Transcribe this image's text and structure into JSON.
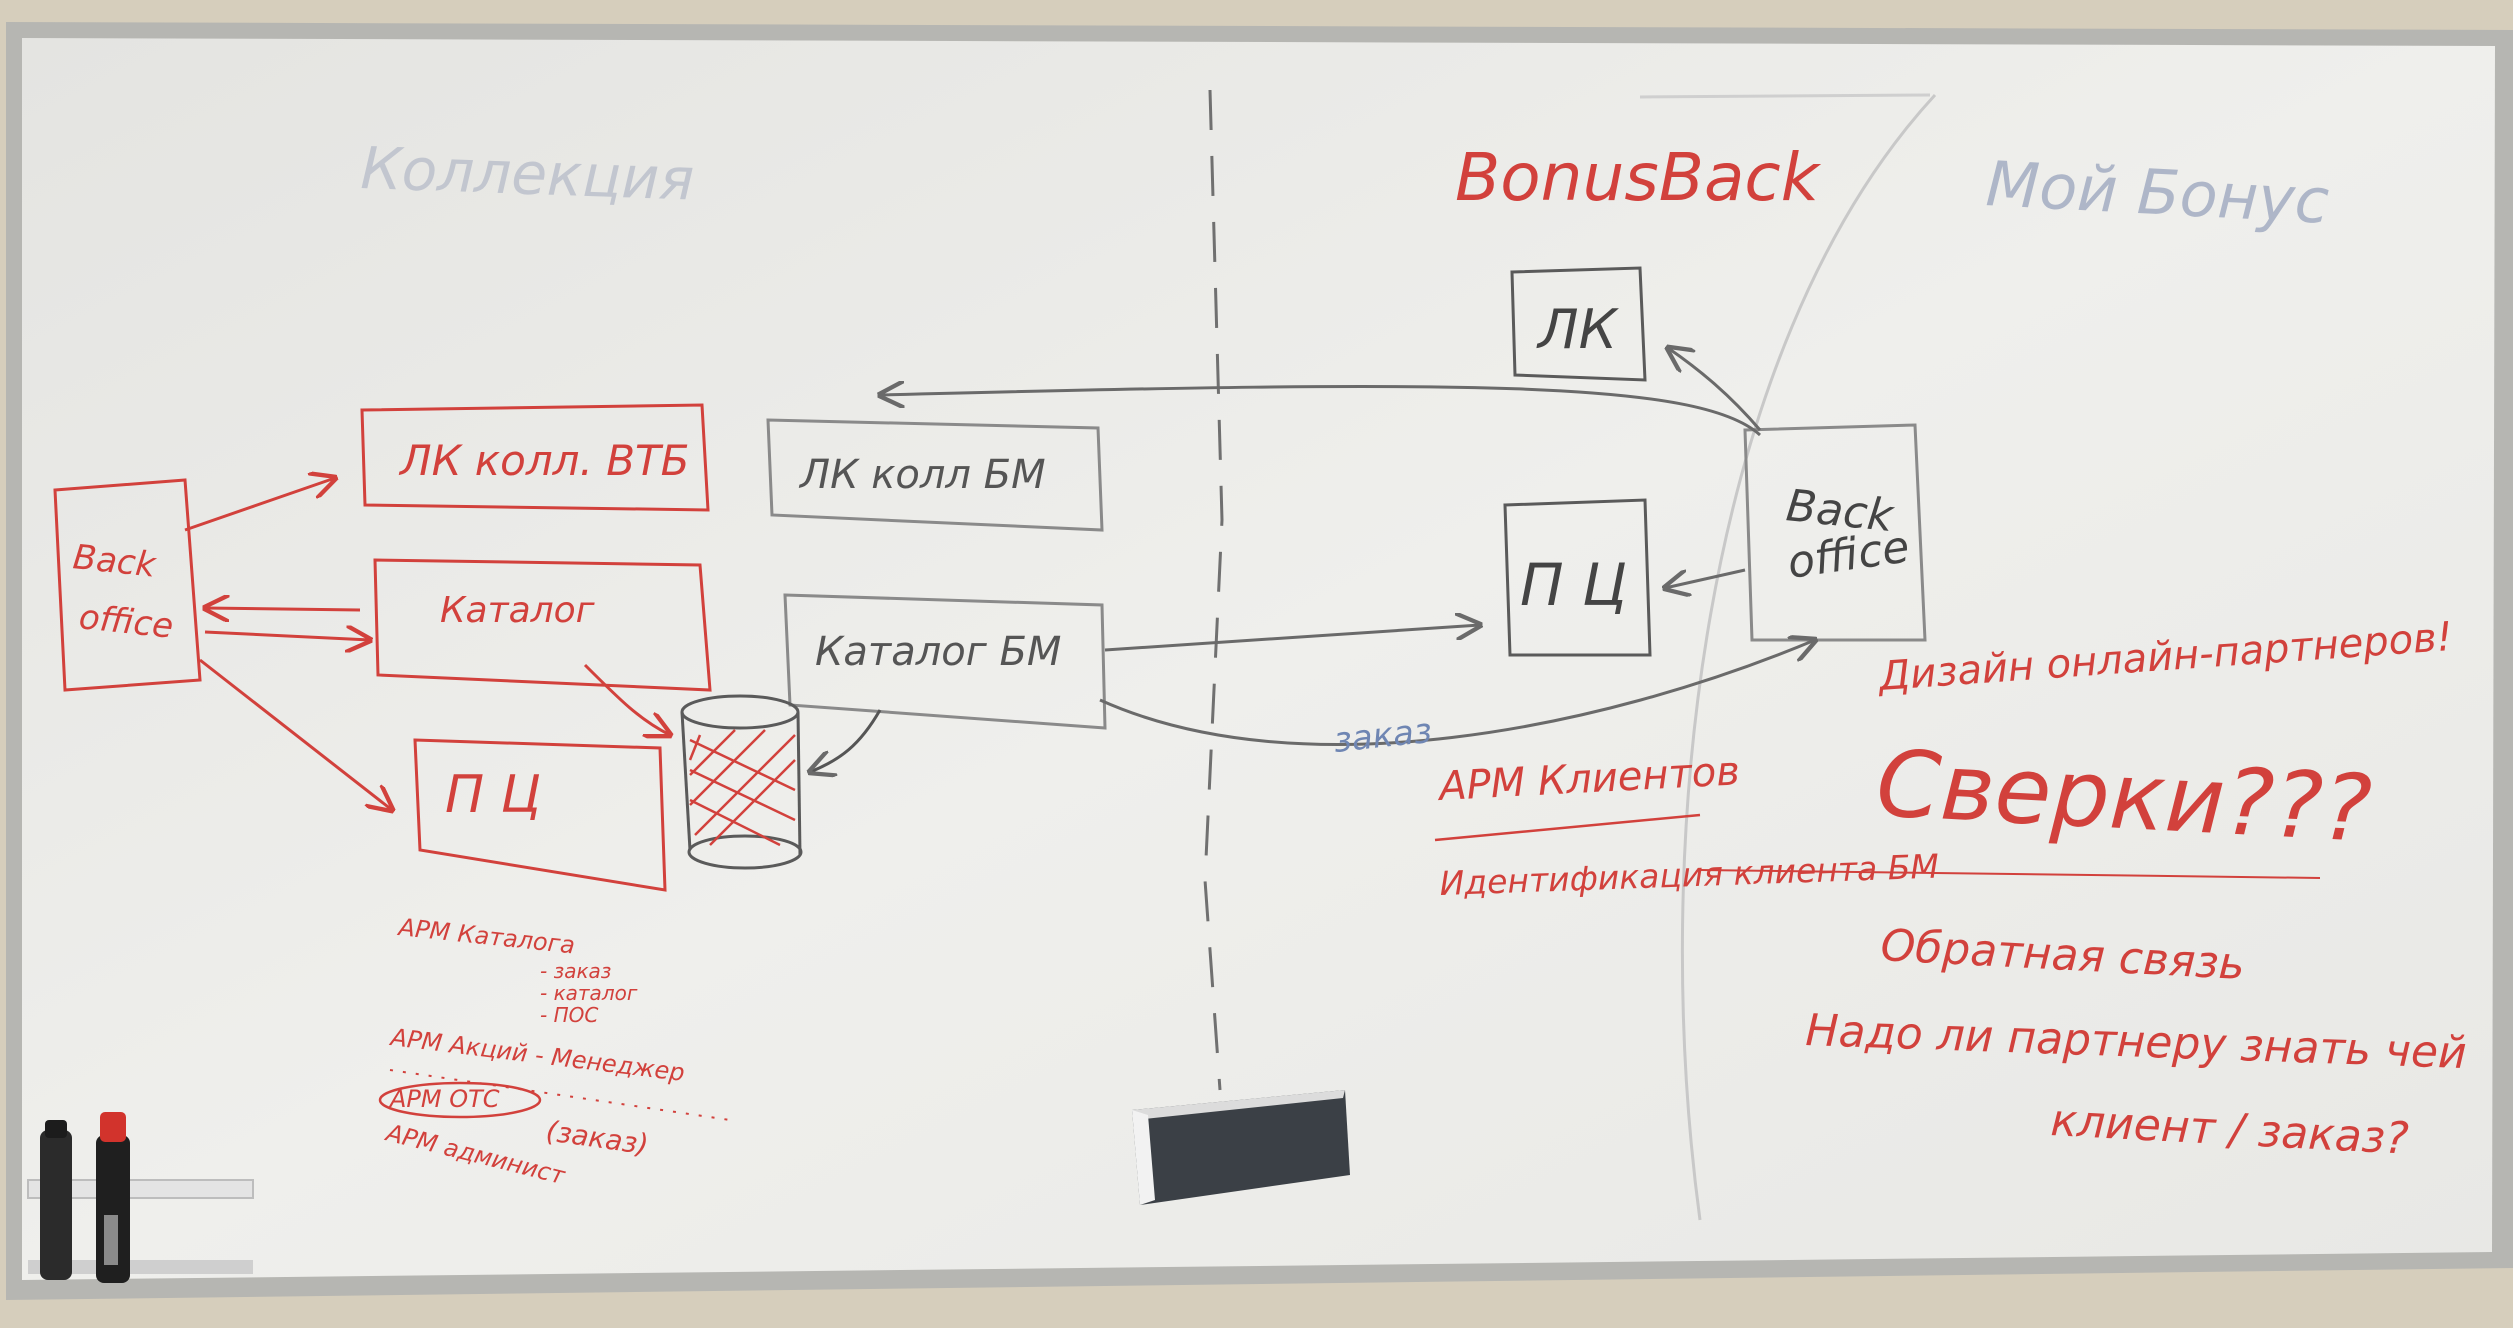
{
  "colors": {
    "wall": "#d8d0bf",
    "board": "#eeefec",
    "frame": "#b9b9b5",
    "red_marker": "#d2413c",
    "black_marker": "#3f3f3f",
    "blue_marker": "#6f86b3",
    "faint_marker": "#b7bcc7"
  },
  "board": {
    "section_left": "Коллекция",
    "section_mid": "BonusBack",
    "section_right": "Мой Бонус"
  },
  "left_diagram": {
    "back_office": [
      "Back",
      "office"
    ],
    "lk_coll_vtb": "ЛК колл. ВТБ",
    "catalog": "Каталог",
    "pc": "П Ц",
    "lk_coll_bm": "ЛК колл БМ",
    "catalog_bm": "Каталог БМ"
  },
  "arm_notes": {
    "arm_catalog": "АРМ Каталога",
    "sub_1": "- заказ",
    "sub_2": "- каталог",
    "sub_3": "- ПОС",
    "arm_accounts": "АРМ Акций - Менеджер",
    "arm_ots": "АРМ ОТС",
    "arm_ots_suffix": "(заказ)",
    "arm_admin": "АРМ админист"
  },
  "right_diagram": {
    "lk": "ЛК",
    "pc": "П Ц",
    "back_office": [
      "Back",
      "office"
    ],
    "order_label": "заказ",
    "arm_clients": "АРМ Клиентов",
    "identification": "Идентификация клиента БМ"
  },
  "right_notes": {
    "design": "Дизайн онлайн-партнеров!",
    "reconciliations": "Сверки???",
    "feedback": "Обратная связь",
    "question_line1": "Надо ли партнеру знать чей",
    "question_line2": "клиент / заказ?"
  },
  "objects": {
    "eraser": "eraser",
    "markers": [
      "black-marker",
      "red-marker"
    ]
  }
}
